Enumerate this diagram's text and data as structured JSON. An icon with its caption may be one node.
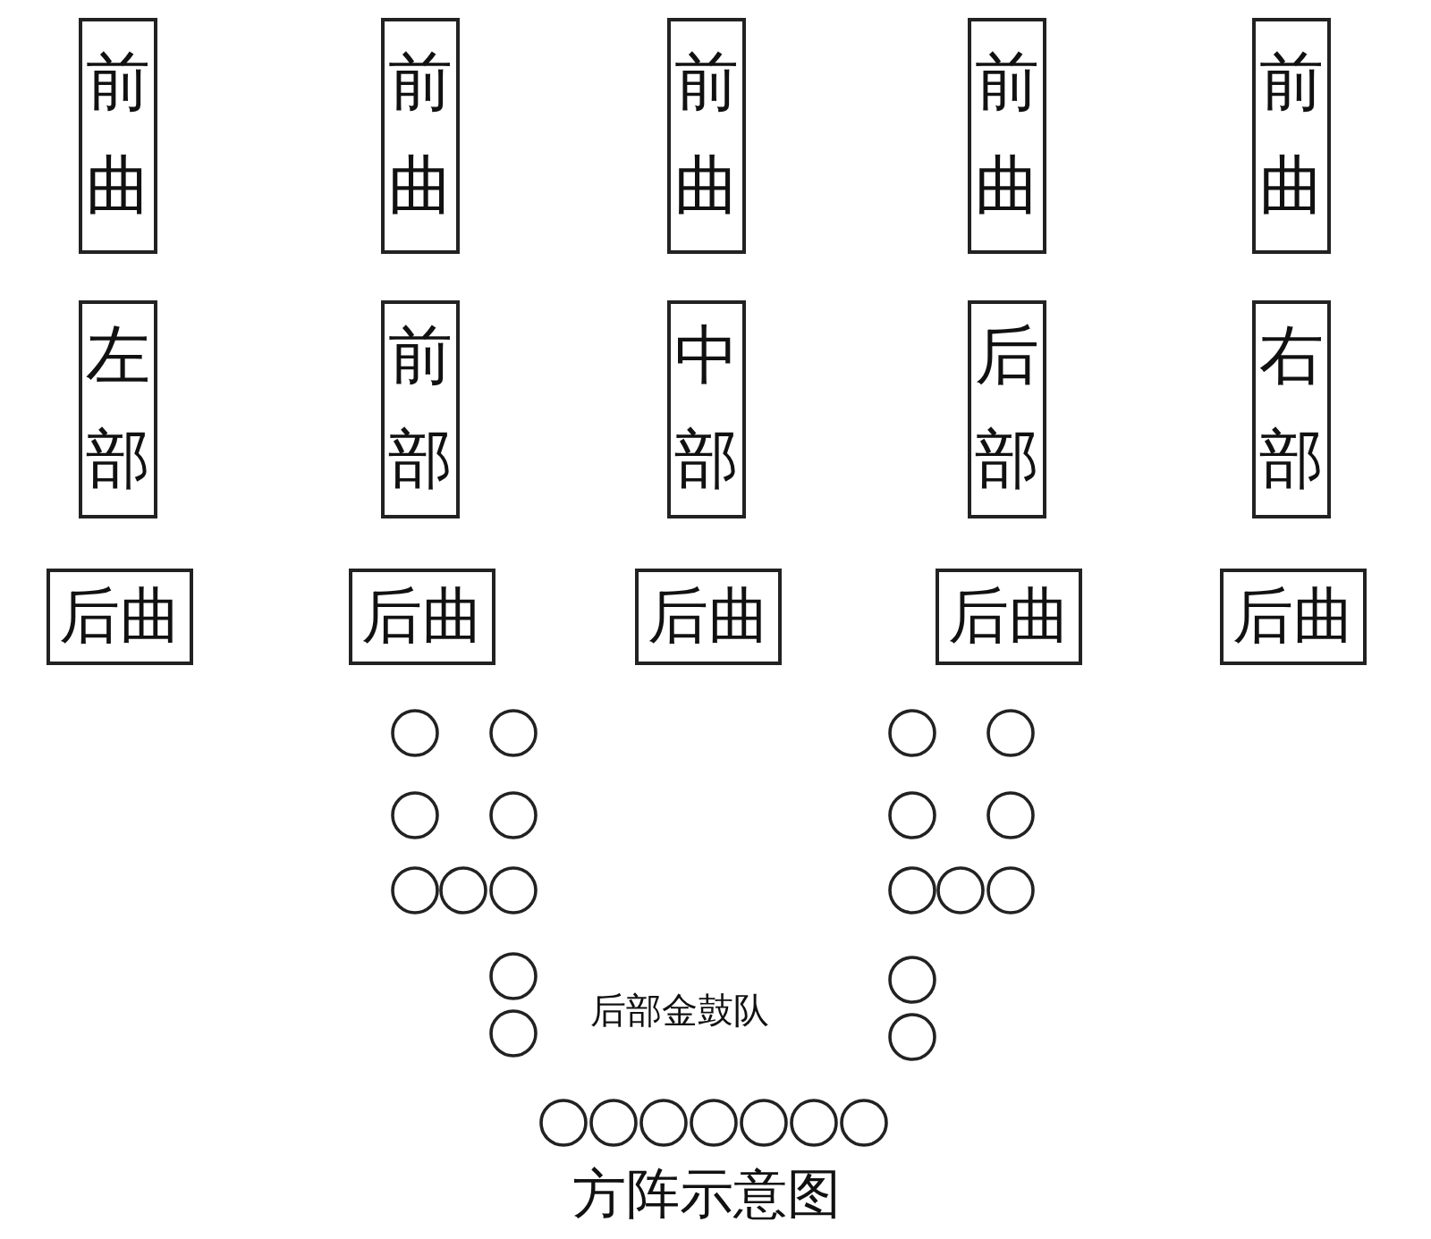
{
  "diagram": {
    "caption": "方阵示意图",
    "nodes": [
      {
        "text": [
          "前曲"
        ]
      },
      {
        "text": [
          "前曲"
        ]
      },
      {
        "text": [
          "前曲"
        ]
      },
      {
        "text": [
          "前曲"
        ]
      },
      {
        "text": [
          "前曲"
        ]
      },
      {
        "text": [
          "左部"
        ]
      },
      {
        "text": [
          "前部"
        ]
      },
      {
        "text": [
          "中部"
        ]
      },
      {
        "text": [
          "后部"
        ]
      },
      {
        "text": [
          "右部"
        ]
      },
      {
        "text": [
          "后曲"
        ]
      },
      {
        "text": [
          "后曲"
        ]
      },
      {
        "text": [
          "后曲"
        ]
      },
      {
        "text": [
          "后曲"
        ]
      },
      {
        "text": [
          "后曲"
        ]
      }
    ],
    "labels": [
      "后部金鼓队"
    ]
  }
}
